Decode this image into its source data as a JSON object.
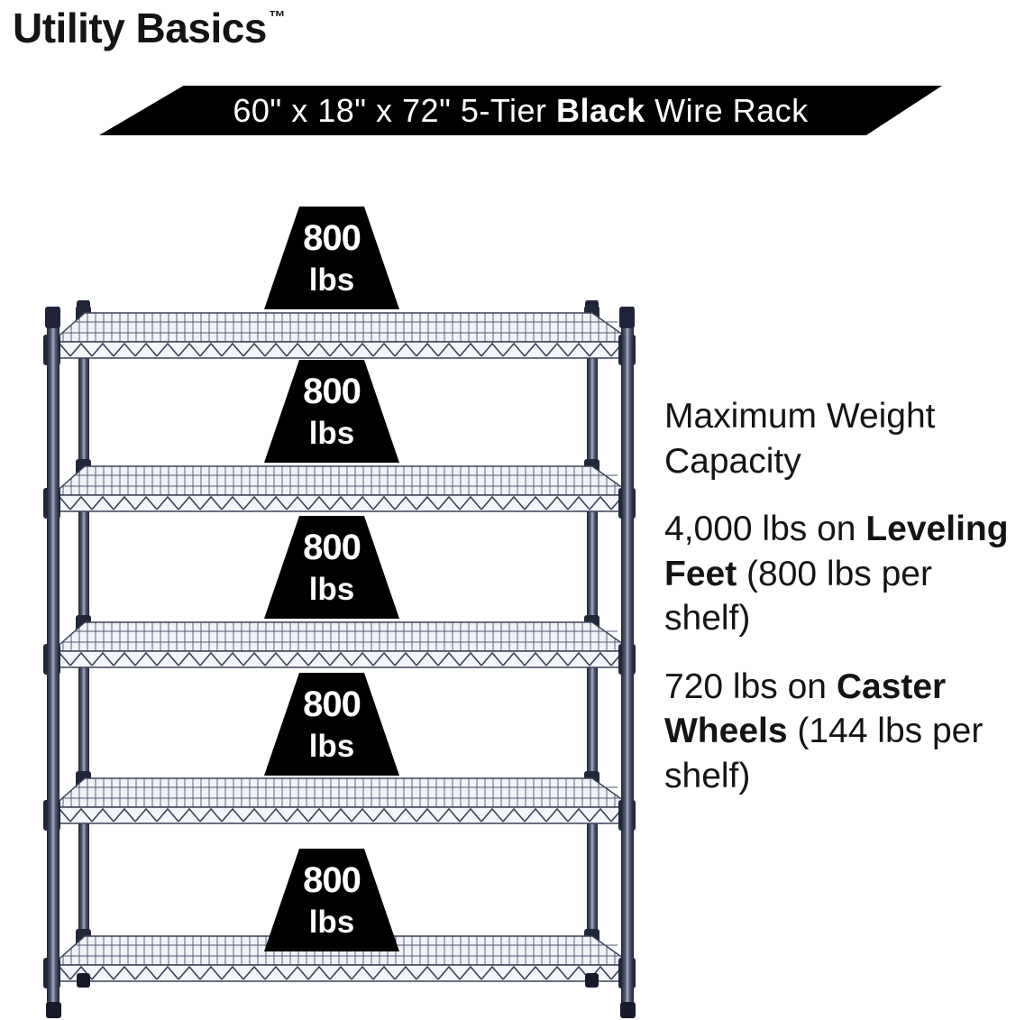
{
  "brand": {
    "name": "Utility Basics",
    "trademark": "™"
  },
  "banner": {
    "prefix": "60\" x 18\" x 72\" 5-Tier ",
    "highlight": "Black",
    "suffix": " Wire Rack",
    "bg_color": "#000000",
    "text_color": "#ffffff"
  },
  "rack": {
    "tiers": 5,
    "badge": {
      "line1": "800",
      "line2": "lbs"
    },
    "frame_color": "#2c3144",
    "mesh_color": "#f1f2f7"
  },
  "info": {
    "heading": "Maximum Weight Capacity",
    "items": [
      {
        "pre": "4,000 lbs on ",
        "bold": "Leveling Feet",
        "post": " (800 lbs per shelf)"
      },
      {
        "pre": "720 lbs on ",
        "bold": "Caster Wheels",
        "post": " (144 lbs per shelf)"
      }
    ]
  }
}
